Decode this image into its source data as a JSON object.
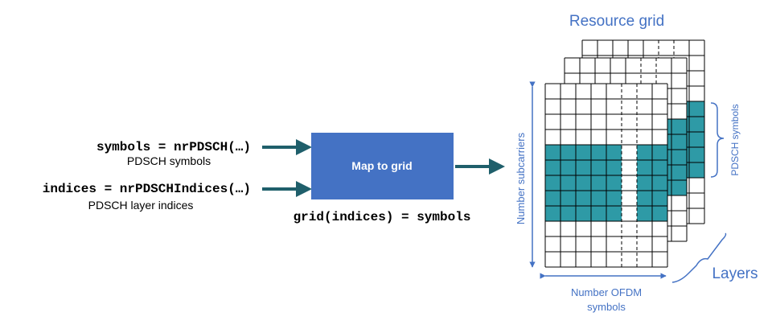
{
  "inputs": {
    "symbols_code": "symbols = nrPDSCH(…)",
    "symbols_caption": "PDSCH symbols",
    "indices_code": "indices = nrPDSCHIndices(…)",
    "indices_caption": "PDSCH layer indices"
  },
  "process": {
    "box_label": "Map to grid",
    "code": "grid(indices) = symbols"
  },
  "resource_grid": {
    "title": "Resource grid",
    "y_axis_label": "Number subcarriers",
    "x_axis_label_line1": "Number OFDM",
    "x_axis_label_line2": "symbols",
    "brace_label": "PDSCH symbols",
    "layers_label": "Layers",
    "layer_count": 3
  },
  "colors": {
    "box_fill": "#4472c4",
    "arrow": "#1f5f6b",
    "pdsch_cell": "#2e9aa6",
    "annotation": "#4472c4"
  }
}
